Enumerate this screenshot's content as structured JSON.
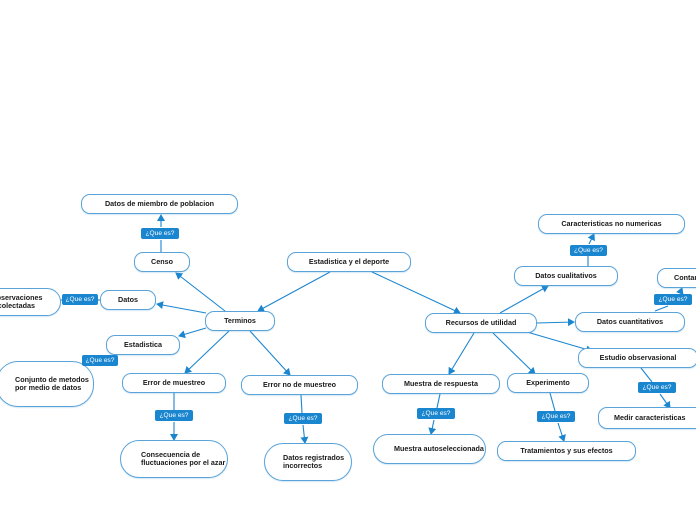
{
  "nodes": {
    "root": "Estadistica y el deporte",
    "terminos": "Terminos",
    "recursos": "Recursos de utilidad",
    "censo": "Censo",
    "datos_miembro": "Datos de miembro de poblacion",
    "datos": "Datos",
    "observaciones": "Observaciones recolectadas",
    "estadistica": "Estadistica",
    "conjunto": "Conjunto de metodos por medio de datos",
    "error_muestreo": "Error de muestreo",
    "consecuencia": "Consecuencia de fluctuaciones por el azar",
    "error_no_muestreo": "Error no de muestreo",
    "datos_incorrectos": "Datos registrados incorrectos",
    "caracteristicas": "Caracteristicas no numericas",
    "datos_cualitativos": "Datos cualitativos",
    "contar": "Contar",
    "datos_cuantitativos": "Datos cuantitativos",
    "estudio_observacional": "Estudio observasional",
    "medir": "Medir caracteristicas",
    "muestra_respuesta": "Muestra de respuesta",
    "muestra_auto": "Muestra autoseleccionada",
    "experimento": "Experimento",
    "tratamientos": "Tratamientos y sus efectos"
  },
  "tags": {
    "label": "¿Que es?"
  }
}
